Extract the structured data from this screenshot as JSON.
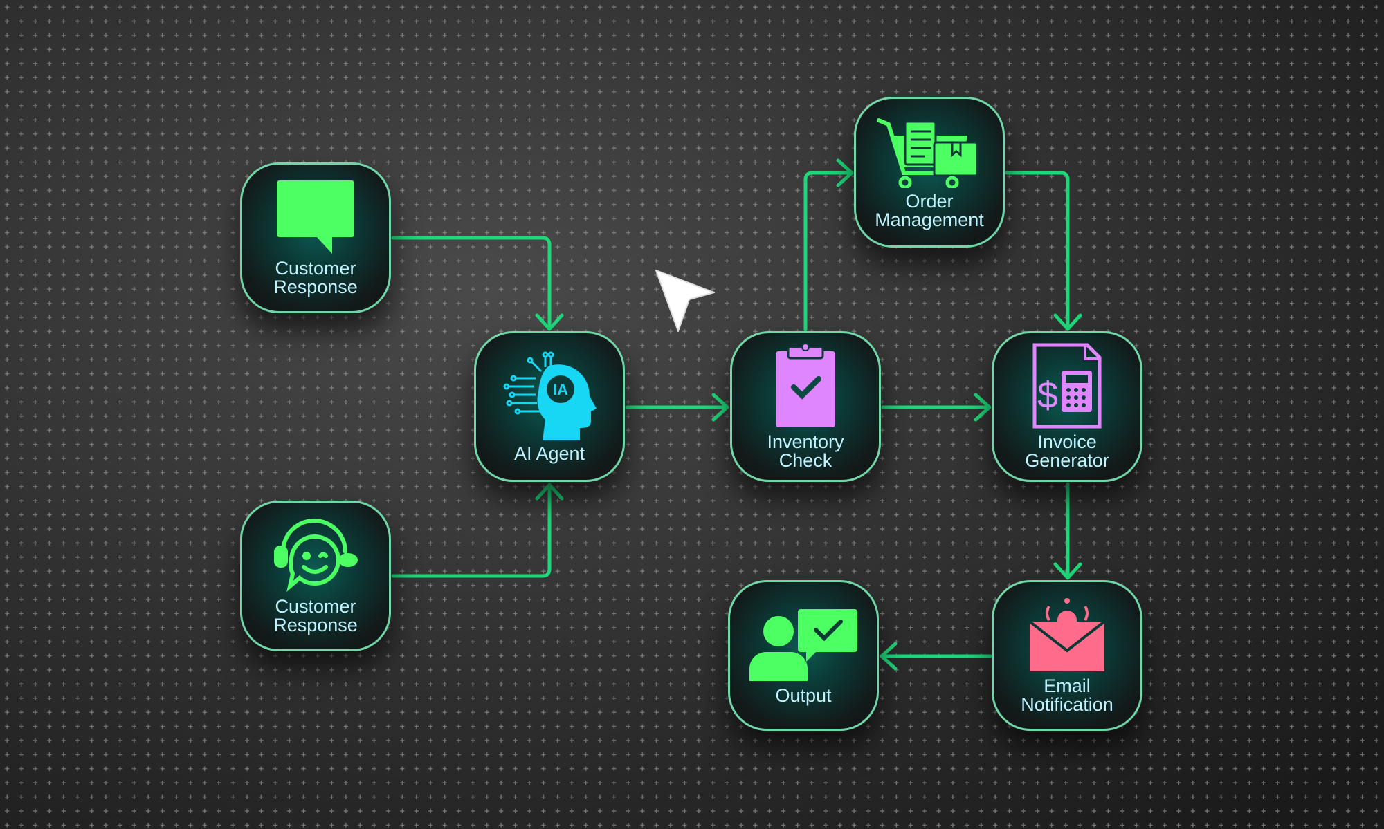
{
  "colors": {
    "connector": "#1fd77a",
    "border": "#6fd6a8",
    "label": "#bff3ff",
    "green": "#4cff63",
    "cyan": "#17d7f5",
    "violet": "#df86ff",
    "pink": "#ff6b8b"
  },
  "nodes": {
    "customer_response_1": {
      "label_line1": "Customer",
      "label_line2": "Response",
      "icon": "chat-bubble-icon"
    },
    "customer_response_2": {
      "label_line1": "Customer",
      "label_line2": "Response",
      "icon": "support-headset-icon"
    },
    "ai_agent": {
      "label_line1": "AI Agent",
      "icon": "ai-head-icon",
      "icon_text": "IA"
    },
    "inventory_check": {
      "label_line1": "Inventory",
      "label_line2": "Check",
      "icon": "clipboard-check-icon"
    },
    "order_management": {
      "label_line1": "Order",
      "label_line2": "Management",
      "icon": "shopping-cart-icon"
    },
    "invoice_generator": {
      "label_line1": "Invoice",
      "label_line2": "Generator",
      "icon": "invoice-calculator-icon",
      "icon_text": "$"
    },
    "email_notification": {
      "label_line1": "Email",
      "label_line2": "Notification",
      "icon": "envelope-bell-icon"
    },
    "output": {
      "label_line1": "Output",
      "icon": "user-approved-icon"
    }
  }
}
